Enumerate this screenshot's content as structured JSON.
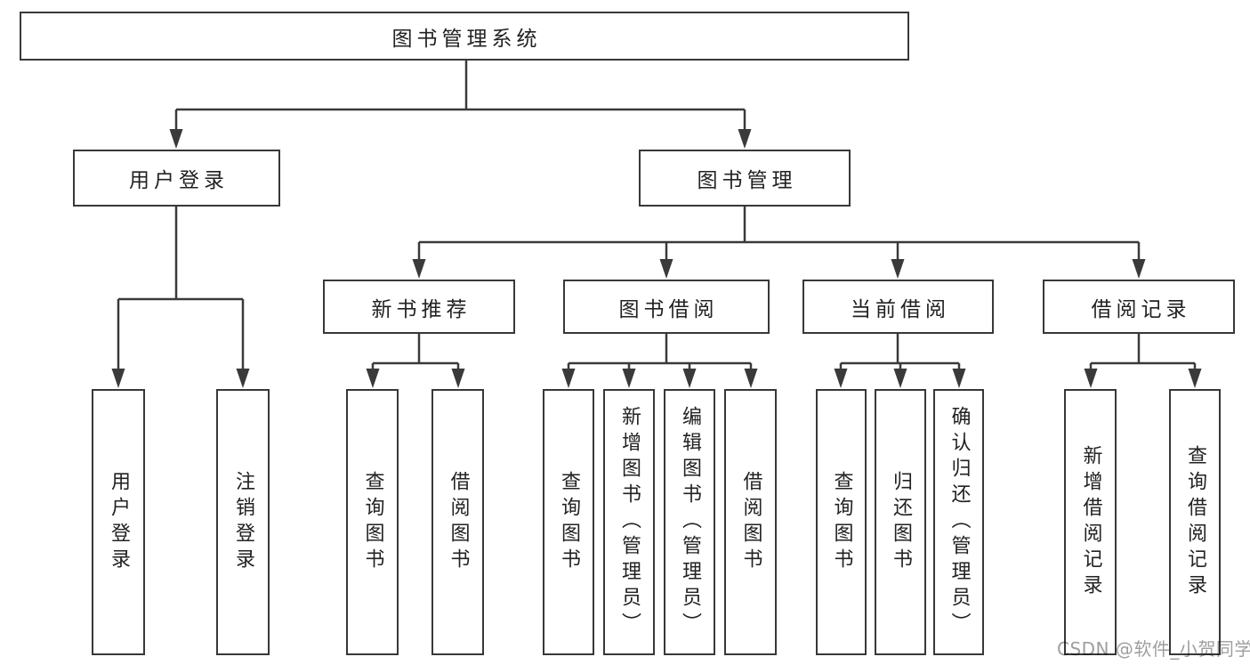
{
  "tree": {
    "root": {
      "label": "图书管理系统"
    },
    "level2": [
      {
        "label": "用户登录"
      },
      {
        "label": "图书管理"
      }
    ],
    "level3": [
      {
        "label": "新书推荐"
      },
      {
        "label": "图书借阅"
      },
      {
        "label": "当前借阅"
      },
      {
        "label": "借阅记录"
      }
    ],
    "leaves": {
      "login": [
        {
          "label": "用户登录"
        },
        {
          "label": "注销登录"
        }
      ],
      "recommend": [
        {
          "label": "查询图书"
        },
        {
          "label": "借阅图书"
        }
      ],
      "borrow": [
        {
          "label": "查询图书"
        },
        {
          "label": "新增图书（管理员）"
        },
        {
          "label": "编辑图书（管理员）"
        },
        {
          "label": "借阅图书"
        }
      ],
      "current": [
        {
          "label": "查询图书"
        },
        {
          "label": "归还图书"
        },
        {
          "label": "确认归还（管理员）"
        }
      ],
      "records": [
        {
          "label": "新增借阅记录"
        },
        {
          "label": "查询借阅记录"
        }
      ]
    }
  },
  "watermark": "CSDN @软件_小贺同学",
  "colors": {
    "line": "#3a3a3a",
    "border": "#383838",
    "text": "#222222",
    "watermark": "#9e9e9e",
    "background": "#ffffff"
  }
}
